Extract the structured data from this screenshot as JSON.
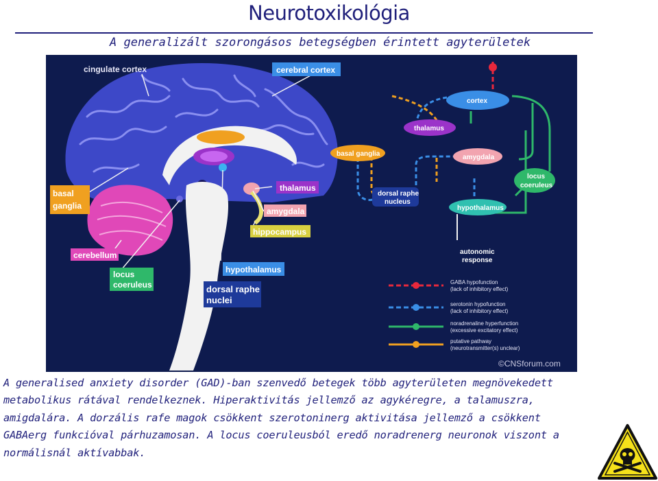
{
  "header": {
    "title": "Neurotoxikológia",
    "subtitle": "A generalizált szorongásos betegségben érintett agyterületek"
  },
  "figure": {
    "brain_labels": {
      "cingulate_cortex": "cingulate cortex",
      "cerebral_cortex": "cerebral cortex",
      "basal_ganglia_1": "basal",
      "basal_ganglia_2": "ganglia",
      "thalamus": "thalamus",
      "amygdala": "amygdala",
      "hippocampus": "hippocampus",
      "cerebellum": "cerebellum",
      "hypothalamus": "hypothalamus",
      "locus_coeruleus_1": "locus",
      "locus_coeruleus_2": "coeruleus",
      "dorsal_raphe_1": "dorsal raphe",
      "dorsal_raphe_2": "nuclei"
    },
    "pathway_nodes": {
      "cortex": "cortex",
      "thalamus": "thalamus",
      "basal_ganglia": "basal ganglia",
      "amygdala": "amygdala",
      "dorsal_raphe_1": "dorsal raphe",
      "dorsal_raphe_2": "nucleus",
      "locus_coeruleus_1": "locus",
      "locus_coeruleus_2": "coeruleus",
      "hypothalamus": "hypothalamus",
      "autonomic_1": "autonomic",
      "autonomic_2": "response"
    },
    "legend": [
      {
        "line1": "GABA hypofunction",
        "line2": "(lack of inhibitory effect)",
        "color": "#e8283c"
      },
      {
        "line1": "serotonin hypofunction",
        "line2": "(lack of inhibitory effect)",
        "color": "#3a8ee6"
      },
      {
        "line1": "noradrenaline hyperfunction",
        "line2": "(excessive excitatory effect)",
        "color": "#2fb86a"
      },
      {
        "line1": "putative pathway",
        "line2": "(neurotransmitter(s) unclear)",
        "color": "#f0a020"
      }
    ],
    "credit": "©CNSforum.com"
  },
  "body": {
    "lines": [
      "A generalised anxiety disorder (GAD)-ban szenvedő betegek több agyterületen megnövekedett",
      "metabolikus rátával rendelkeznek. Hiperaktivitás jellemző  az agykéregre, a talamuszra,",
      "amigdalára. A dorzális rafe magok csökkent szerotoninerg aktivitása jellemző a csökkent",
      "GABAerg funkcióval párhuzamosan. A locus coeruleusból eredő noradrenerg neuronok viszont a",
      "normálisnál aktívabbak."
    ]
  },
  "colors": {
    "title": "#1f1f7a",
    "figure_background": "#0e1b4e",
    "brain": "#3d48c8",
    "gaba": "#e8283c",
    "serotonin": "#3a8ee6",
    "noradrenaline": "#2fb86a",
    "putative": "#f0a020",
    "hazard_sign": "#f5e11a"
  },
  "icons": {
    "hazard": "skull-crossbones-warning-icon"
  }
}
